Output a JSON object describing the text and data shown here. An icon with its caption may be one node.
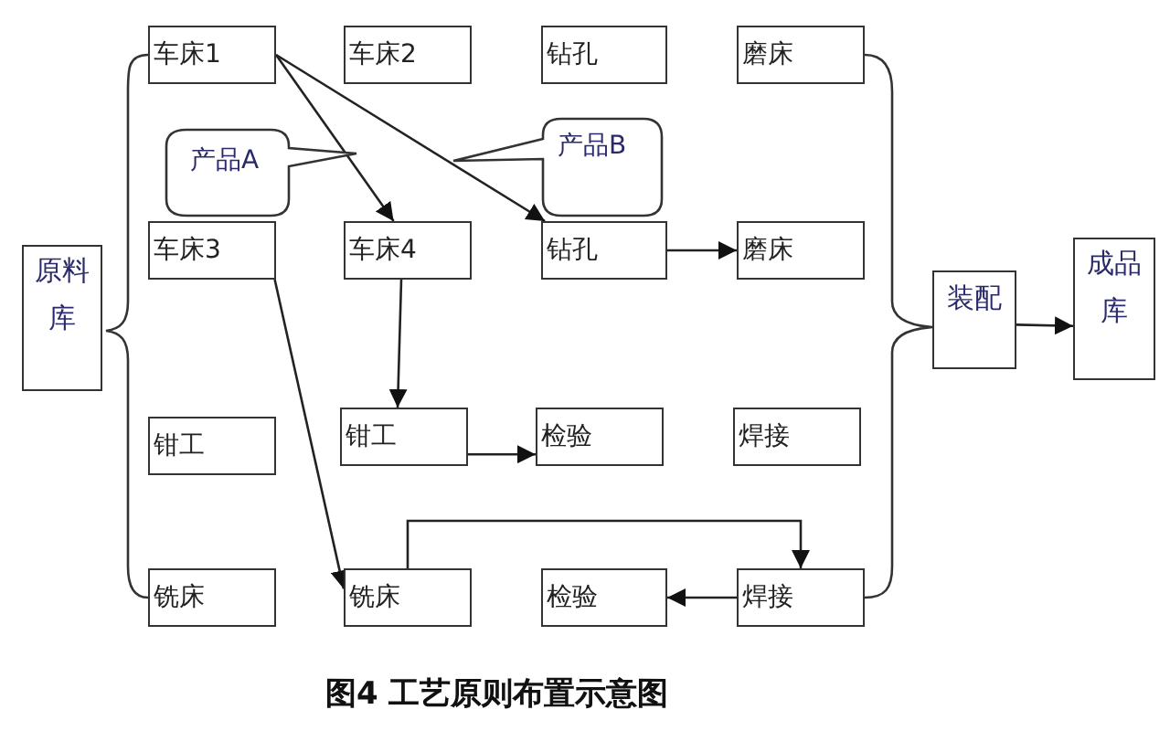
{
  "diagram": {
    "caption": "图4 工艺原则布置示意图",
    "nodes": [
      {
        "text": [
          "车床1"
        ]
      },
      {
        "text": [
          "车床2"
        ]
      },
      {
        "text": [
          "钻孔"
        ]
      },
      {
        "text": [
          "磨床"
        ]
      },
      {
        "text": [
          "产品A"
        ]
      },
      {
        "text": [
          "产品B"
        ]
      },
      {
        "text": [
          "原料库"
        ]
      },
      {
        "text": [
          "车床3"
        ]
      },
      {
        "text": [
          "车床4"
        ]
      },
      {
        "text": [
          "钻孔"
        ]
      },
      {
        "text": [
          "磨床"
        ]
      },
      {
        "text": [
          "装配"
        ]
      },
      {
        "text": [
          "成品库"
        ]
      },
      {
        "text": [
          "钳工"
        ]
      },
      {
        "text": [
          "钳工"
        ]
      },
      {
        "text": [
          "检验"
        ]
      },
      {
        "text": [
          "焊接"
        ]
      },
      {
        "text": [
          "铣床"
        ]
      },
      {
        "text": [
          "铣床"
        ]
      },
      {
        "text": [
          "检验"
        ]
      },
      {
        "text": [
          "焊接"
        ]
      }
    ],
    "edges": [
      {
        "from": 0,
        "to": 8,
        "arrow": "to"
      },
      {
        "from": 0,
        "to": 9,
        "arrow": "to"
      },
      {
        "from": 9,
        "to": 10,
        "arrow": "to"
      },
      {
        "from": 8,
        "to": 14,
        "arrow": "to"
      },
      {
        "from": 14,
        "to": 15,
        "arrow": "to"
      },
      {
        "from": 7,
        "to": 18,
        "arrow": "to"
      },
      {
        "from": 18,
        "to": 20,
        "arrow": "to"
      },
      {
        "from": 20,
        "to": 19,
        "arrow": "to"
      },
      {
        "from": 11,
        "to": 12,
        "arrow": "to"
      }
    ]
  }
}
